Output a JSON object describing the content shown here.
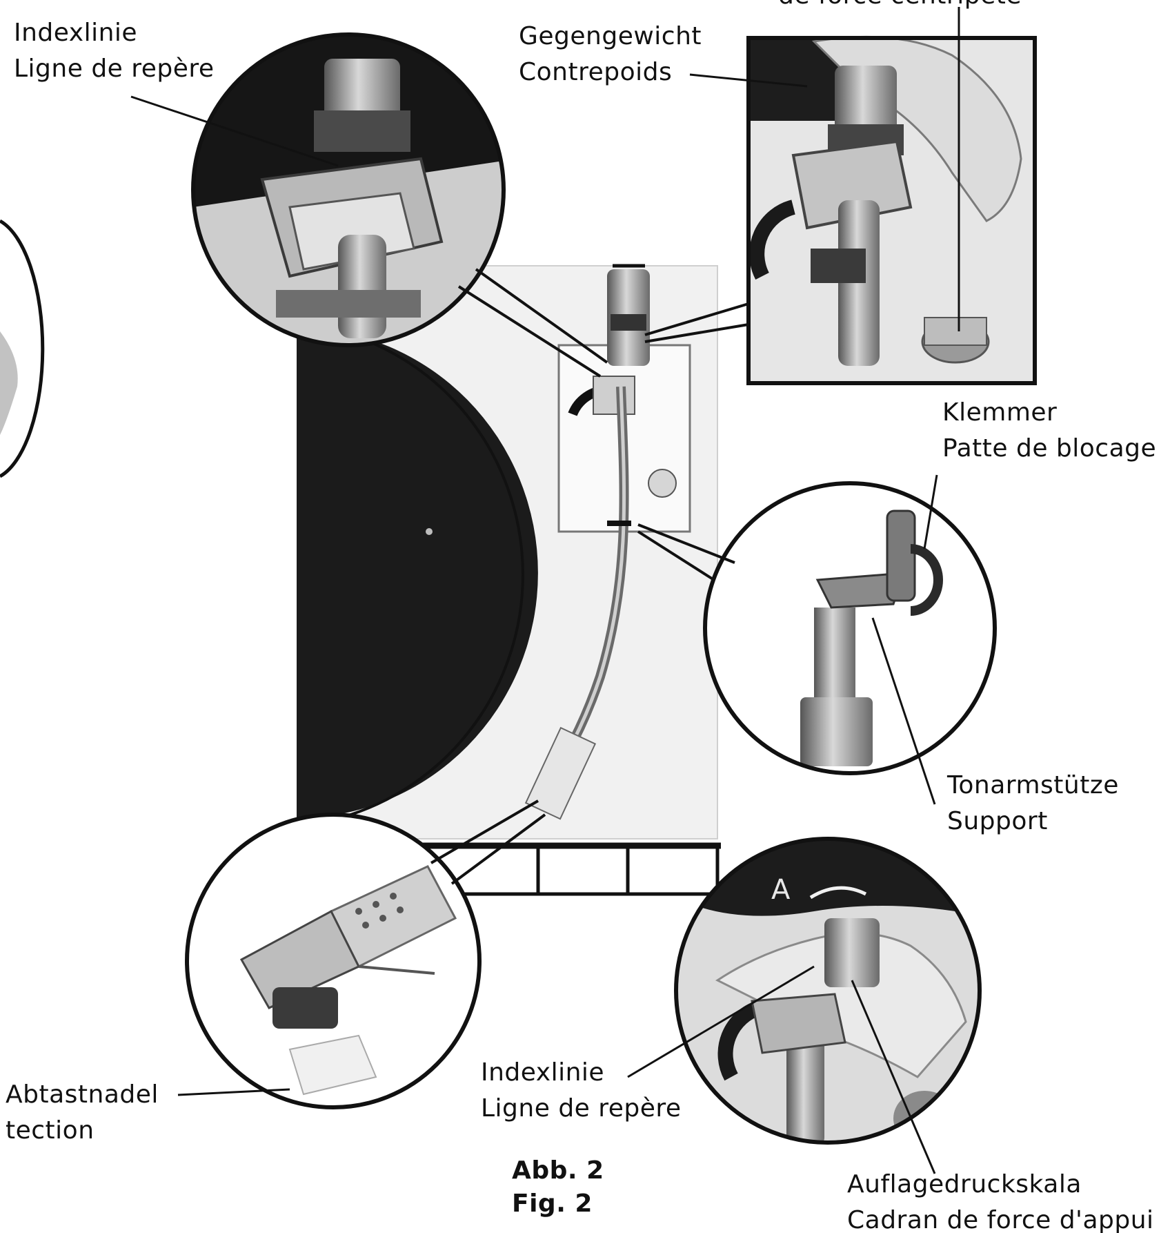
{
  "labels": {
    "top_cut": "de force centripète",
    "index_top_de": "Indexlinie",
    "index_top_fr": "Ligne de repère",
    "counterweight_de": "Gegengewicht",
    "counterweight_fr": "Contrepoids",
    "clamp_de": "Klemmer",
    "clamp_fr": "Patte de blocage",
    "armrest_de": "Tonarmstütze",
    "armrest_fr": "Support",
    "index_bottom_de": "Indexlinie",
    "index_bottom_fr": "Ligne de repère",
    "stylus_de": "Abtastnadel",
    "stylus_fr": "tection",
    "scale_de": "Auflagedruckskala",
    "scale_fr": "Cadran de force d'appui",
    "dial_letter": "A"
  },
  "caption": {
    "de": "Abb. 2",
    "fr": "Fig. 2"
  },
  "colors": {
    "ink": "#111111",
    "photo_dark": "#1a1a1a",
    "photo_mid": "#8c8c8c",
    "photo_light": "#d9d9d9"
  }
}
